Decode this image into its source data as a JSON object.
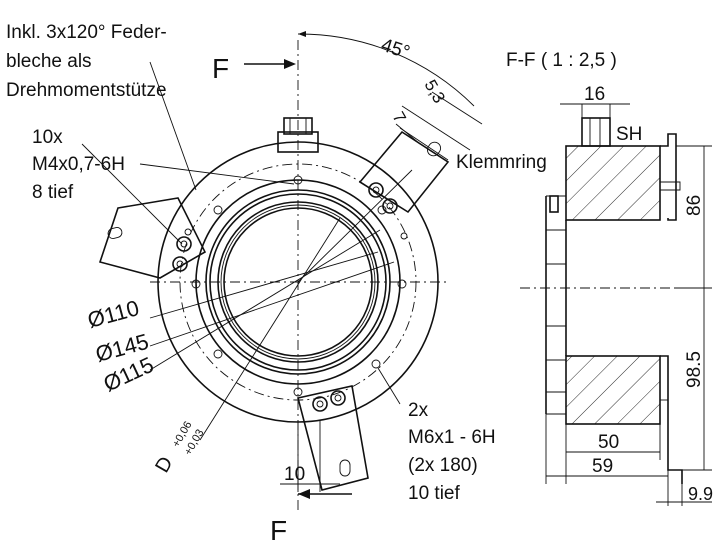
{
  "notes": {
    "feder_line1": "Inkl. 3x120° Feder-",
    "feder_line2": "bleche als",
    "feder_line3": "Drehmomentstütze",
    "thread10_line1": "10x",
    "thread10_line2": "M4x0,7-6H",
    "thread10_line3": "8 tief",
    "thread2_line1": "2x",
    "thread2_line2": "M6x1 - 6H",
    "thread2_line3": "(2x 180)",
    "thread2_line4": "10 tief"
  },
  "section": {
    "cut_label_top": "F",
    "cut_label_bottom": "F",
    "view_title": "F-F ( 1 : 2,5 )",
    "sh_label": "SH",
    "klemmring_label": "Klemmring"
  },
  "dimensions": {
    "angle": "45°",
    "d53": "5,3",
    "d7": "7",
    "phi110": "Ø110",
    "phi145": "Ø145",
    "phi115": "Ø115",
    "bore": "D",
    "bore_tol_upper": "+0,06",
    "bore_tol_lower": "+0,03",
    "d10": "10",
    "d16": "16",
    "d86": "86",
    "d98_5": "98.5",
    "d50": "50",
    "d59": "59",
    "d9_9": "9.9"
  },
  "colors": {
    "line": "#111111",
    "background": "#ffffff"
  }
}
